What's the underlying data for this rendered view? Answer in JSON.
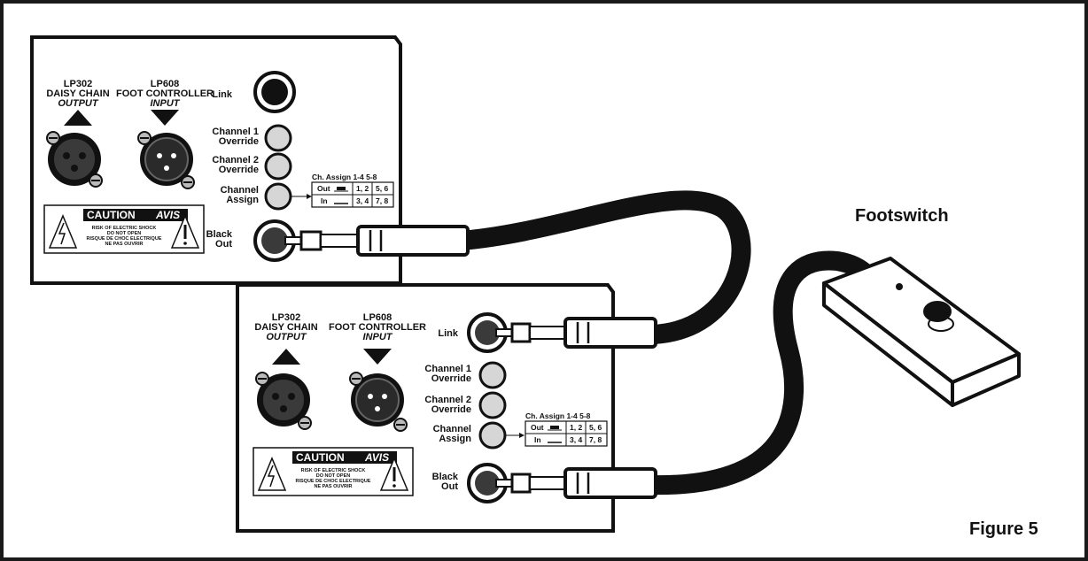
{
  "labels": {
    "footswitch": "Footswitch",
    "figure": "Figure 5"
  },
  "panel": {
    "lp302_line1": "LP302",
    "lp302_line2": "DAISY CHAIN",
    "lp302_line3": "OUTPUT",
    "lp608_line1": "LP608",
    "lp608_line2": "FOOT CONTROLLER",
    "lp608_line3": "INPUT",
    "link": "Link",
    "ch1_line1": "Channel 1",
    "ch1_line2": "Override",
    "ch2_line1": "Channel 2",
    "ch2_line2": "Override",
    "assign_line1": "Channel",
    "assign_line2": "Assign",
    "black_line1": "Black",
    "black_line2": "Out",
    "table_header": "Ch. Assign  1-4  5-8",
    "out_label": "Out",
    "out_14": "1, 2",
    "out_58": "5, 6",
    "in_label": "In",
    "in_14": "3, 4",
    "in_58": "7, 8",
    "caution_word": "CAUTION",
    "avis_word": "AVIS",
    "warn1": "RISK OF ELECTRIC SHOCK",
    "warn2": "DO NOT OPEN",
    "warn3": "RISQUE DE CHOC ELECTRIQUE",
    "warn4": "NE PAS OUVRIR"
  },
  "colors": {
    "ink": "#111111",
    "led_fill": "#d6d6d6",
    "jack_fill": "#3a3a3a",
    "xlr_fill": "#2a2a2a"
  }
}
